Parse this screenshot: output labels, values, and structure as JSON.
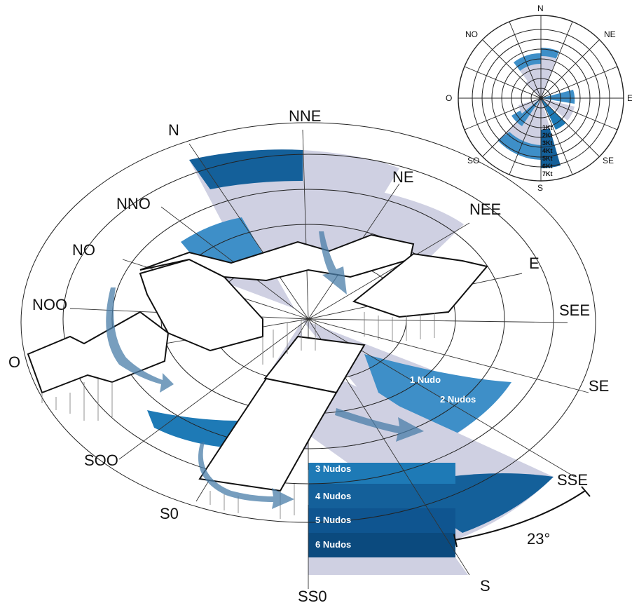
{
  "main_rose": {
    "directions": [
      "N",
      "NNE",
      "NE",
      "NEE",
      "E",
      "SEE",
      "SE",
      "SSE",
      "S",
      "SS0",
      "S0",
      "SOO",
      "O",
      "NOO",
      "NO",
      "NNO"
    ],
    "knot_labels": [
      "1 Nudo",
      "2 Nudos",
      "3 Nudos",
      "4 Nudos",
      "5 Nudos",
      "6 Nudos"
    ],
    "angle_label": "23°"
  },
  "small_rose": {
    "directions": [
      "N",
      "NE",
      "E",
      "SE",
      "S",
      "SO",
      "O",
      "NO"
    ],
    "knot_labels": [
      "1Kt",
      "2Kt",
      "3Kt",
      "4Kt",
      "5Kt",
      "6Kt",
      "7Kt"
    ]
  },
  "colors": {
    "light": "#cfd0e2",
    "mid": "#3e8fc8",
    "dark": "#14609a",
    "darker": "#0b4a7e",
    "line": "#222222"
  }
}
